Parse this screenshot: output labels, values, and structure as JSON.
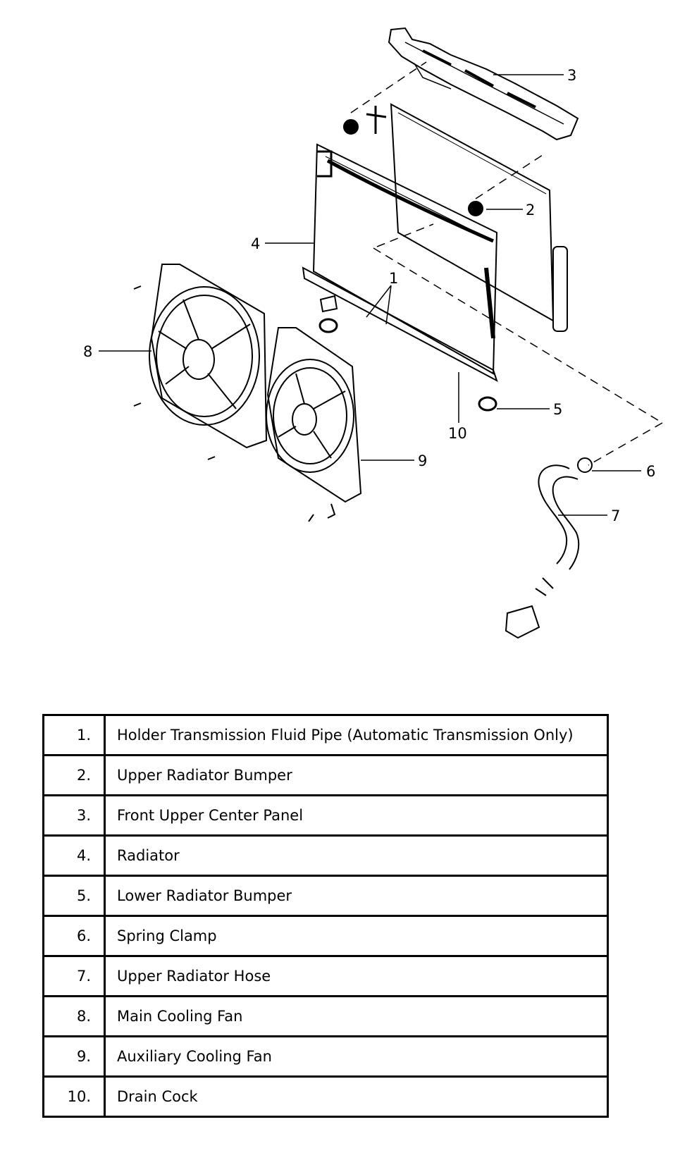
{
  "diagram": {
    "callouts": [
      {
        "id": "1",
        "label": "1"
      },
      {
        "id": "2",
        "label": "2"
      },
      {
        "id": "3",
        "label": "3"
      },
      {
        "id": "4",
        "label": "4"
      },
      {
        "id": "5",
        "label": "5"
      },
      {
        "id": "6",
        "label": "6"
      },
      {
        "id": "7",
        "label": "7"
      },
      {
        "id": "8",
        "label": "8"
      },
      {
        "id": "9",
        "label": "9"
      },
      {
        "id": "10",
        "label": "10"
      }
    ]
  },
  "parts": [
    {
      "number": "1.",
      "description": "Holder Transmission Fluid Pipe (Automatic Transmission Only)"
    },
    {
      "number": "2.",
      "description": "Upper Radiator Bumper"
    },
    {
      "number": "3.",
      "description": "Front Upper Center Panel"
    },
    {
      "number": "4.",
      "description": "Radiator"
    },
    {
      "number": "5.",
      "description": "Lower Radiator Bumper"
    },
    {
      "number": "6.",
      "description": "Spring Clamp"
    },
    {
      "number": "7.",
      "description": "Upper Radiator Hose"
    },
    {
      "number": "8.",
      "description": "Main Cooling Fan"
    },
    {
      "number": "9.",
      "description": "Auxiliary Cooling Fan"
    },
    {
      "number": "10.",
      "description": "Drain Cock"
    }
  ]
}
